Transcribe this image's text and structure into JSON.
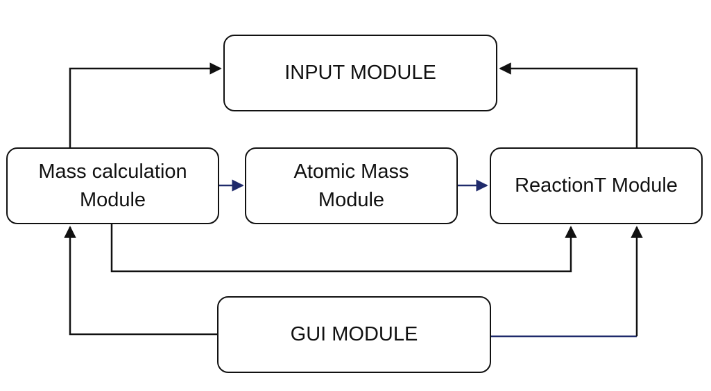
{
  "diagram": {
    "nodes": {
      "input": {
        "label": "INPUT MODULE"
      },
      "mass": {
        "line1": "Mass calculation",
        "line2": "Module"
      },
      "atomic": {
        "line1": "Atomic Mass",
        "line2": "Module"
      },
      "reaction": {
        "label": "ReactionT Module"
      },
      "gui": {
        "label": "GUI MODULE"
      }
    },
    "edges": [
      {
        "from": "Mass calculation Module",
        "to": "INPUT MODULE"
      },
      {
        "from": "ReactionT Module",
        "to": "INPUT MODULE"
      },
      {
        "from": "Mass calculation Module",
        "to": "Atomic Mass Module"
      },
      {
        "from": "Atomic Mass Module",
        "to": "ReactionT Module"
      },
      {
        "from": "Mass calculation Module",
        "to": "ReactionT Module"
      },
      {
        "from": "GUI MODULE",
        "to": "Mass calculation Module"
      },
      {
        "from": "GUI MODULE",
        "to": "ReactionT Module"
      }
    ],
    "colors": {
      "line": "#111111",
      "accent_line": "#1f2a6b"
    }
  }
}
